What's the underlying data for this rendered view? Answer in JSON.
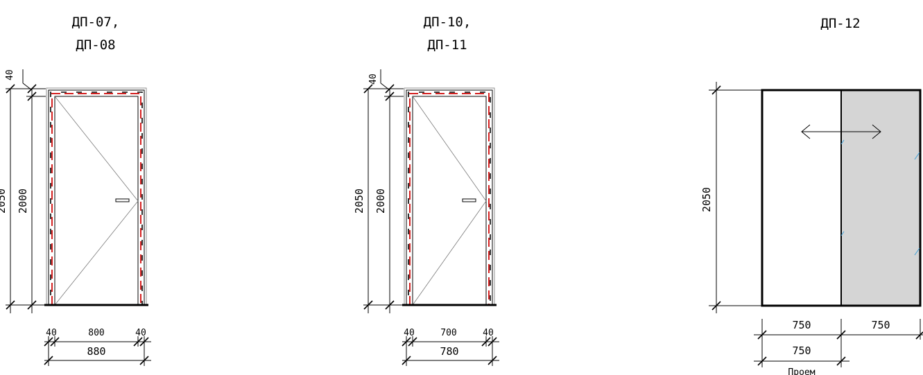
{
  "doors": [
    {
      "title_line1": "ДП-07,",
      "title_line2": "ДП-08",
      "dim_overall_height": "2050",
      "dim_leaf_height": "2000",
      "dim_top_gap": "40",
      "dim_left_frame": "40",
      "dim_leaf_width": "800",
      "dim_right_frame": "40",
      "dim_total_width": "880"
    },
    {
      "title_line1": "ДП-10,",
      "title_line2": "ДП-11",
      "dim_overall_height": "2050",
      "dim_leaf_height": "2000",
      "dim_top_gap": "40",
      "dim_left_frame": "40",
      "dim_leaf_width": "700",
      "dim_right_frame": "40",
      "dim_total_width": "780"
    },
    {
      "title_line1": "ДП-12",
      "dim_height": "2050",
      "dim_left_panel": "750",
      "dim_right_panel": "750",
      "dim_opening_width": "750",
      "opening_label": "Проем"
    }
  ],
  "colors": {
    "seal_red": "#d42020",
    "glass_fill": "#d5d5d5",
    "glass_mark": "#3a9fd8"
  },
  "icons": {
    "sliding_arrow": "double-arrow-icon"
  }
}
